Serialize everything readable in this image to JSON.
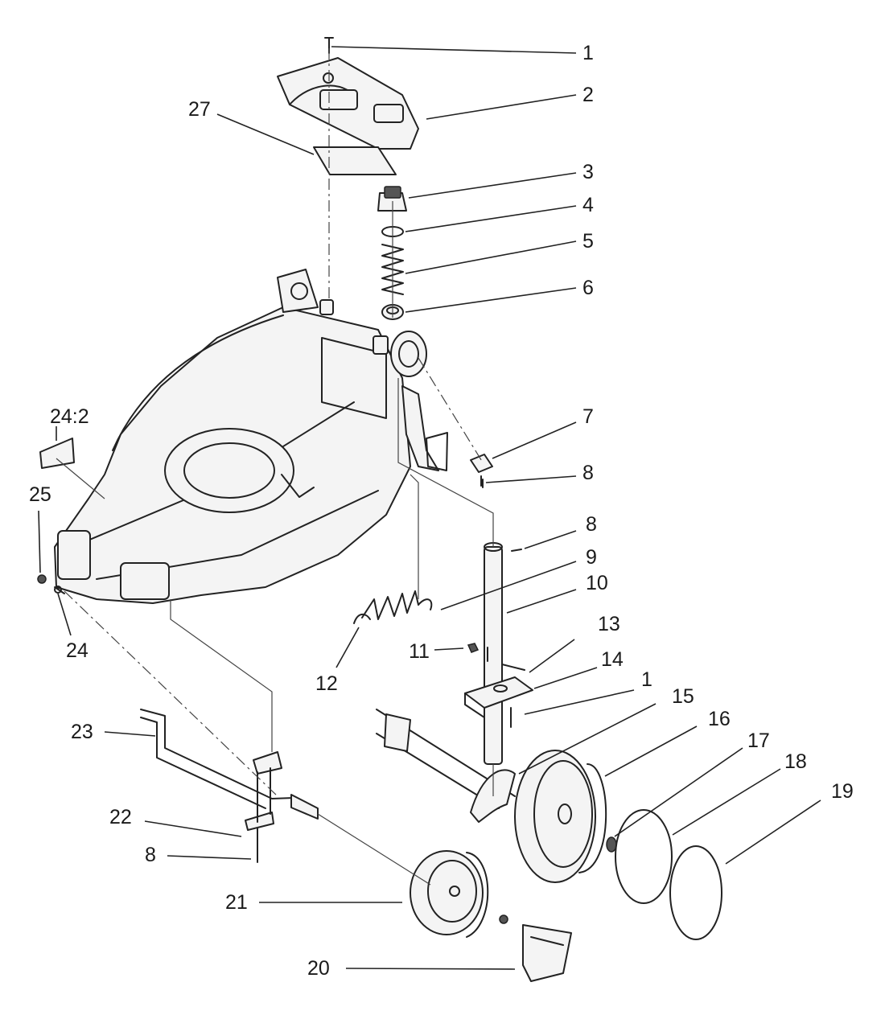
{
  "callouts": [
    {
      "id": "c1a",
      "text": "1"
    },
    {
      "id": "c2",
      "text": "2"
    },
    {
      "id": "c27",
      "text": "27"
    },
    {
      "id": "c3",
      "text": "3"
    },
    {
      "id": "c4",
      "text": "4"
    },
    {
      "id": "c5",
      "text": "5"
    },
    {
      "id": "c6",
      "text": "6"
    },
    {
      "id": "c7",
      "text": "7"
    },
    {
      "id": "c8a",
      "text": "8"
    },
    {
      "id": "c8b",
      "text": "8"
    },
    {
      "id": "c9",
      "text": "9"
    },
    {
      "id": "c10",
      "text": "10"
    },
    {
      "id": "c242",
      "text": "24:2"
    },
    {
      "id": "c25",
      "text": "25"
    },
    {
      "id": "c24",
      "text": "24"
    },
    {
      "id": "c12",
      "text": "12"
    },
    {
      "id": "c11",
      "text": "11"
    },
    {
      "id": "c13",
      "text": "13"
    },
    {
      "id": "c14",
      "text": "14"
    },
    {
      "id": "c1b",
      "text": "1"
    },
    {
      "id": "c15",
      "text": "15"
    },
    {
      "id": "c16",
      "text": "16"
    },
    {
      "id": "c17",
      "text": "17"
    },
    {
      "id": "c18",
      "text": "18"
    },
    {
      "id": "c19",
      "text": "19"
    },
    {
      "id": "c23",
      "text": "23"
    },
    {
      "id": "c22",
      "text": "22"
    },
    {
      "id": "c8c",
      "text": "8"
    },
    {
      "id": "c21",
      "text": "21"
    },
    {
      "id": "c20",
      "text": "20"
    }
  ]
}
